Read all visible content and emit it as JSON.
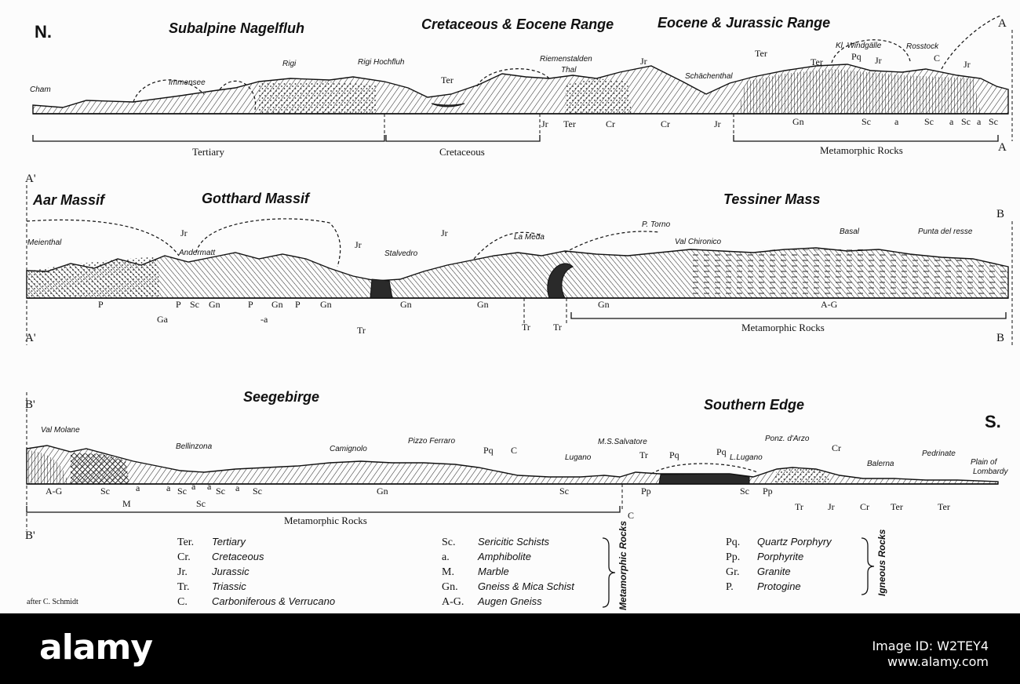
{
  "compass": {
    "north": "N.",
    "south": "S."
  },
  "sections": [
    {
      "titles": [
        "Subalpine Nagelfluh",
        "Cretaceous & Eocene Range",
        "Eocene & Jurassic Range"
      ],
      "places": [
        "Cham",
        "Immensee",
        "Rigi",
        "Rigi Hochfluh",
        "Riemenstalden",
        "Thal",
        "Schächenthal",
        "Kl. Windgälle",
        "Rosstock"
      ],
      "labels_above": [
        "Ter",
        "Jr",
        "Ter",
        "Ter",
        "Pq",
        "Jr",
        "C",
        "Jr"
      ],
      "labels_below": [
        "Jr",
        "Ter",
        "Cr",
        "Cr",
        "Jr",
        "Gn",
        "Sc",
        "a",
        "Sc",
        "a",
        "Sc",
        "a",
        "Sc"
      ],
      "groups": [
        "Tertiary",
        "Cretaceous",
        "Metamorphic Rocks"
      ],
      "corners": [
        "A",
        "A"
      ]
    },
    {
      "titles": [
        "Aar Massif",
        "Gotthard Massif",
        "Tessiner Mass"
      ],
      "places": [
        "Meienthal",
        "Andermatt",
        "Stalvedro",
        "La Meda",
        "P. Torno",
        "Val Chironico",
        "Basal",
        "Punta del resse"
      ],
      "labels_above": [
        "Jr",
        "Jr",
        "Jr"
      ],
      "labels_below": [
        "P",
        "Ga",
        "P",
        "Sc",
        "Gn",
        "P",
        "Gn",
        "-a",
        "P",
        "Gn",
        "Tr",
        "Gn",
        "Gn",
        "Tr",
        "Tr",
        "Gn",
        "A-G"
      ],
      "groups": [
        "Metamorphic Rocks"
      ],
      "corners": [
        "A'",
        "A'",
        "B",
        "B"
      ]
    },
    {
      "titles": [
        "Seegebirge",
        "Southern Edge"
      ],
      "places": [
        "Val Molane",
        "Bellinzona",
        "Camignolo",
        "Pizzo Ferraro",
        "Lugano",
        "M.S.Salvatore",
        "L.Lugano",
        "Ponz. d'Arzo",
        "Balerna",
        "Pedrinate",
        "Plain of",
        "Lombardy"
      ],
      "labels_above": [
        "Pq",
        "C",
        "Tr",
        "Pq",
        "Pq",
        "Cr"
      ],
      "labels_below": [
        "A-G",
        "Sc",
        "a",
        "a",
        "Sc",
        "a",
        "a",
        "Sc",
        "a",
        "Sc",
        "M",
        "Sc",
        "Gn",
        "Sc",
        "Pp",
        "C",
        "Sc",
        "Pp",
        "Tr",
        "Jr",
        "Cr",
        "Ter",
        "Ter"
      ],
      "groups": [
        "Metamorphic Rocks"
      ],
      "corners": [
        "B'",
        "B'"
      ]
    }
  ],
  "legend": {
    "sedimentary": [
      {
        "abbr": "Ter.",
        "name": "Tertiary"
      },
      {
        "abbr": "Cr.",
        "name": "Cretaceous"
      },
      {
        "abbr": "Jr.",
        "name": "Jurassic"
      },
      {
        "abbr": "Tr.",
        "name": "Triassic"
      },
      {
        "abbr": "C.",
        "name": "Carboniferous & Verrucano"
      }
    ],
    "metamorphic": [
      {
        "abbr": "Sc.",
        "name": "Sericitic Schists"
      },
      {
        "abbr": "a.",
        "name": "Amphibolite"
      },
      {
        "abbr": "M.",
        "name": "Marble"
      },
      {
        "abbr": "Gn.",
        "name": "Gneiss & Mica Schist"
      },
      {
        "abbr": "A-G.",
        "name": "Augen Gneiss"
      }
    ],
    "metamorphic_label": "Metamorphic Rocks",
    "igneous": [
      {
        "abbr": "Pq.",
        "name": "Quartz Porphyry"
      },
      {
        "abbr": "Pp.",
        "name": "Porphyrite"
      },
      {
        "abbr": "Gr.",
        "name": "Granite"
      },
      {
        "abbr": "P.",
        "name": "Protogine"
      }
    ],
    "igneous_label": "Igneous Rocks"
  },
  "attribution": "after C. Schmidt",
  "watermark": {
    "brand": "alamy",
    "stock_line1": "Image ID: W2TEY4",
    "stock_line2": "www.alamy.com"
  },
  "colors": {
    "ink": "#111111",
    "paper": "#fcfcfc",
    "footer": "#000000",
    "footer_text": "#ffffff"
  }
}
